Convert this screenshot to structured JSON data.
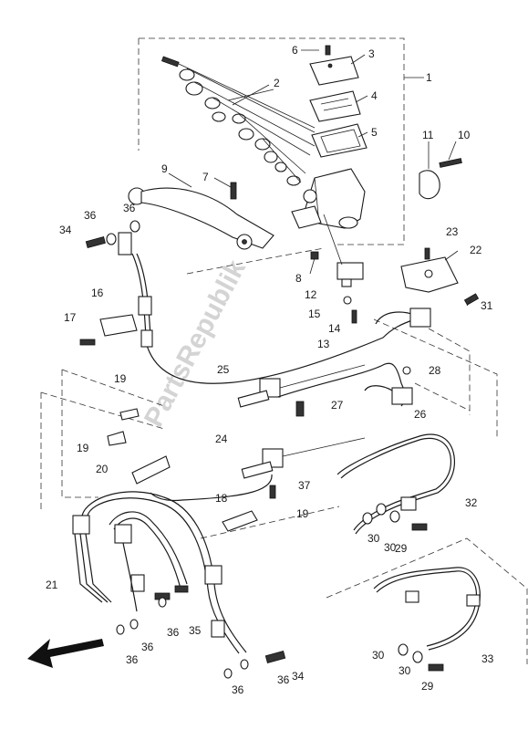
{
  "watermark": "PartsRepublik",
  "callouts": [
    {
      "id": "c1",
      "text": "1"
    },
    {
      "id": "c2",
      "text": "2"
    },
    {
      "id": "c3",
      "text": "3"
    },
    {
      "id": "c4",
      "text": "4"
    },
    {
      "id": "c5",
      "text": "5"
    },
    {
      "id": "c6",
      "text": "6"
    },
    {
      "id": "c7",
      "text": "7"
    },
    {
      "id": "c8",
      "text": "8"
    },
    {
      "id": "c9",
      "text": "9"
    },
    {
      "id": "c10",
      "text": "10"
    },
    {
      "id": "c11",
      "text": "11"
    },
    {
      "id": "c12",
      "text": "12"
    },
    {
      "id": "c13",
      "text": "13"
    },
    {
      "id": "c14",
      "text": "14"
    },
    {
      "id": "c15",
      "text": "15"
    },
    {
      "id": "c16",
      "text": "16"
    },
    {
      "id": "c17",
      "text": "17"
    },
    {
      "id": "c18",
      "text": "18"
    },
    {
      "id": "c19a",
      "text": "19"
    },
    {
      "id": "c19b",
      "text": "19"
    },
    {
      "id": "c19c",
      "text": "19"
    },
    {
      "id": "c20",
      "text": "20"
    },
    {
      "id": "c21",
      "text": "21"
    },
    {
      "id": "c22",
      "text": "22"
    },
    {
      "id": "c23",
      "text": "23"
    },
    {
      "id": "c24",
      "text": "24"
    },
    {
      "id": "c25",
      "text": "25"
    },
    {
      "id": "c26",
      "text": "26"
    },
    {
      "id": "c27",
      "text": "27"
    },
    {
      "id": "c28",
      "text": "28"
    },
    {
      "id": "c29a",
      "text": "29"
    },
    {
      "id": "c29b",
      "text": "29"
    },
    {
      "id": "c30a",
      "text": "30"
    },
    {
      "id": "c30b",
      "text": "30"
    },
    {
      "id": "c30c",
      "text": "30"
    },
    {
      "id": "c30d",
      "text": "30"
    },
    {
      "id": "c31",
      "text": "31"
    },
    {
      "id": "c32",
      "text": "32"
    },
    {
      "id": "c33",
      "text": "33"
    },
    {
      "id": "c34a",
      "text": "34"
    },
    {
      "id": "c34b",
      "text": "34"
    },
    {
      "id": "c35",
      "text": "35"
    },
    {
      "id": "c36a",
      "text": "36"
    },
    {
      "id": "c36b",
      "text": "36"
    },
    {
      "id": "c36c",
      "text": "36"
    },
    {
      "id": "c36d",
      "text": "36"
    },
    {
      "id": "c36e",
      "text": "36"
    },
    {
      "id": "c36f",
      "text": "36"
    },
    {
      "id": "c36g",
      "text": "36"
    },
    {
      "id": "c37",
      "text": "37"
    }
  ]
}
